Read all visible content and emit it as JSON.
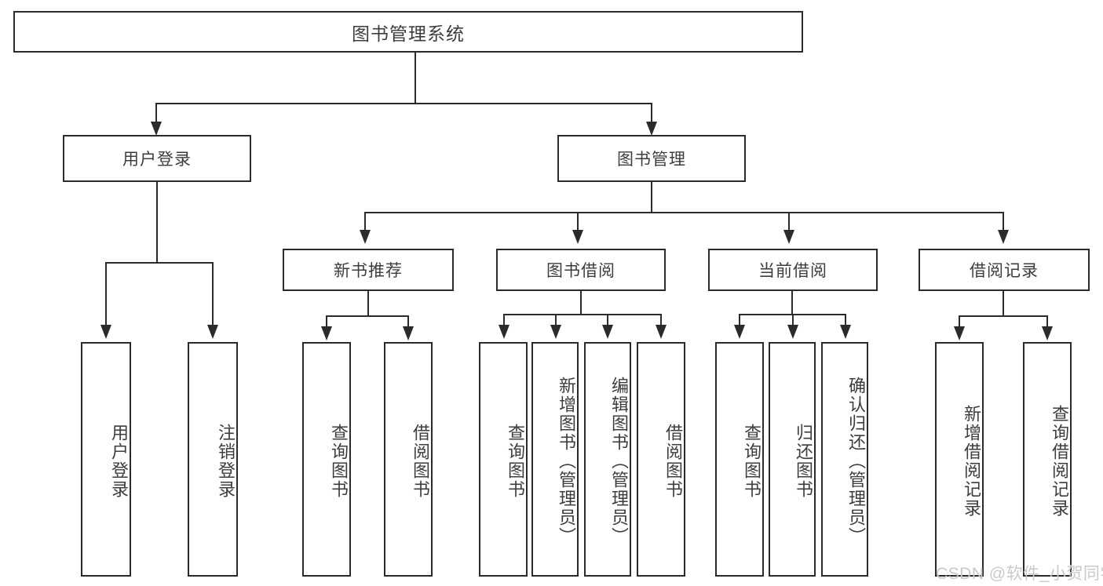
{
  "diagram": {
    "title": "图书管理系统",
    "type": "tree-hierarchy-diagram",
    "colors": {
      "stroke": "#2b2b2b",
      "text": "#3d3d3d",
      "background": "#ffffff",
      "watermark": "#c9c9c9"
    },
    "root": {
      "label": "图书管理系统"
    },
    "level1": [
      {
        "label": "用户登录"
      },
      {
        "label": "图书管理"
      }
    ],
    "level2": [
      {
        "label": "新书推荐"
      },
      {
        "label": "图书借阅"
      },
      {
        "label": "当前借阅"
      },
      {
        "label": "借阅记录"
      }
    ],
    "leaves": {
      "user_login": [
        {
          "label": "用户登录"
        },
        {
          "label": "注销登录"
        }
      ],
      "new_book_recommend": [
        {
          "label": "查询图书"
        },
        {
          "label": "借阅图书"
        }
      ],
      "book_borrow": [
        {
          "label": "查询图书"
        },
        {
          "label": "新增图书（管理员）"
        },
        {
          "label": "编辑图书（管理员）"
        },
        {
          "label": "借阅图书"
        }
      ],
      "current_borrow": [
        {
          "label": "查询图书"
        },
        {
          "label": "归还图书"
        },
        {
          "label": "确认归还（管理员）"
        }
      ],
      "borrow_record": [
        {
          "label": "新增借阅记录"
        },
        {
          "label": "查询借阅记录"
        }
      ]
    }
  },
  "watermark": {
    "text": "CSDN @软件_小贺同学"
  }
}
